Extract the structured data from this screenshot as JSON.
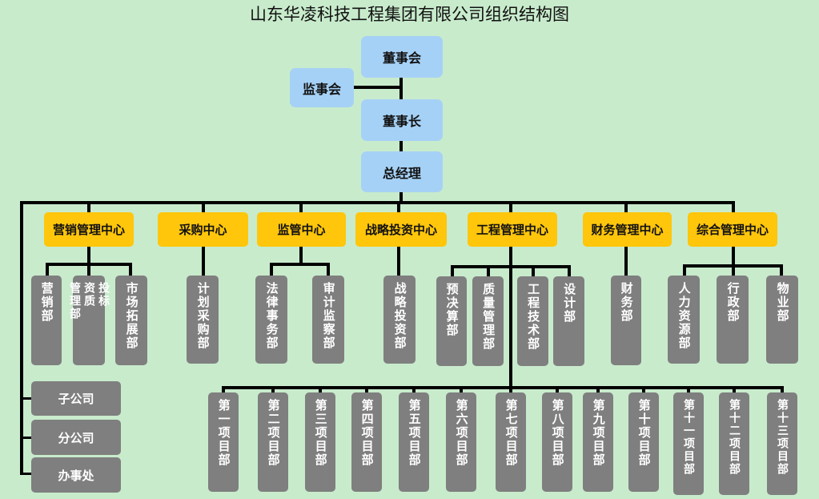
{
  "title": "山东华凌科技工程集团有限公司组织结构图",
  "top": {
    "board": "董事会",
    "supervisors": "监事会",
    "chairman": "董事长",
    "gm": "总经理"
  },
  "centers": [
    {
      "label": "营销管理中心",
      "depts": [
        "营销部",
        "投标资质管理部",
        "市场拓展部"
      ]
    },
    {
      "label": "采购中心",
      "depts": [
        "计划采购部"
      ]
    },
    {
      "label": "监管中心",
      "depts": [
        "法律事务部",
        "审计监察部"
      ]
    },
    {
      "label": "战略投资中心",
      "depts": [
        "战略投资部"
      ]
    },
    {
      "label": "工程管理中心",
      "depts": [
        "预决算部",
        "质量管理部",
        "工程技术部",
        "设计部"
      ]
    },
    {
      "label": "财务管理中心",
      "depts": [
        "财务部"
      ]
    },
    {
      "label": "综合管理中心",
      "depts": [
        "人力资源部",
        "行政部",
        "物业部"
      ]
    }
  ],
  "branches": [
    "子公司",
    "分公司",
    "办事处"
  ],
  "projects": [
    "第一项目部",
    "第二项目部",
    "第三项目部",
    "第四项目部",
    "第五项目部",
    "第六项目部",
    "第七项目部",
    "第八项目部",
    "第九项目部",
    "第十项目部",
    "第十一项目部",
    "第十二项目部",
    "第十三项目部"
  ]
}
